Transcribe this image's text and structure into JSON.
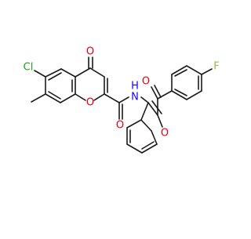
{
  "molecule": {
    "atom_labels": {
      "chlorine": "Cl",
      "ketone_oxygen": "O",
      "chromone_ring_oxygen": "O",
      "amide_oxygen": "O",
      "amide_nitrogen": "N",
      "amide_hydrogen": "H",
      "benzoyl_oxygen": "O",
      "furan_oxygen": "O",
      "fluorine": "F"
    },
    "colors": {
      "bond": "#1a1a1a",
      "oxygen": "#e8000b",
      "nitrogen": "#1a00ff",
      "chlorine": "#1fa01f",
      "fluorine": "#90c040"
    }
  }
}
